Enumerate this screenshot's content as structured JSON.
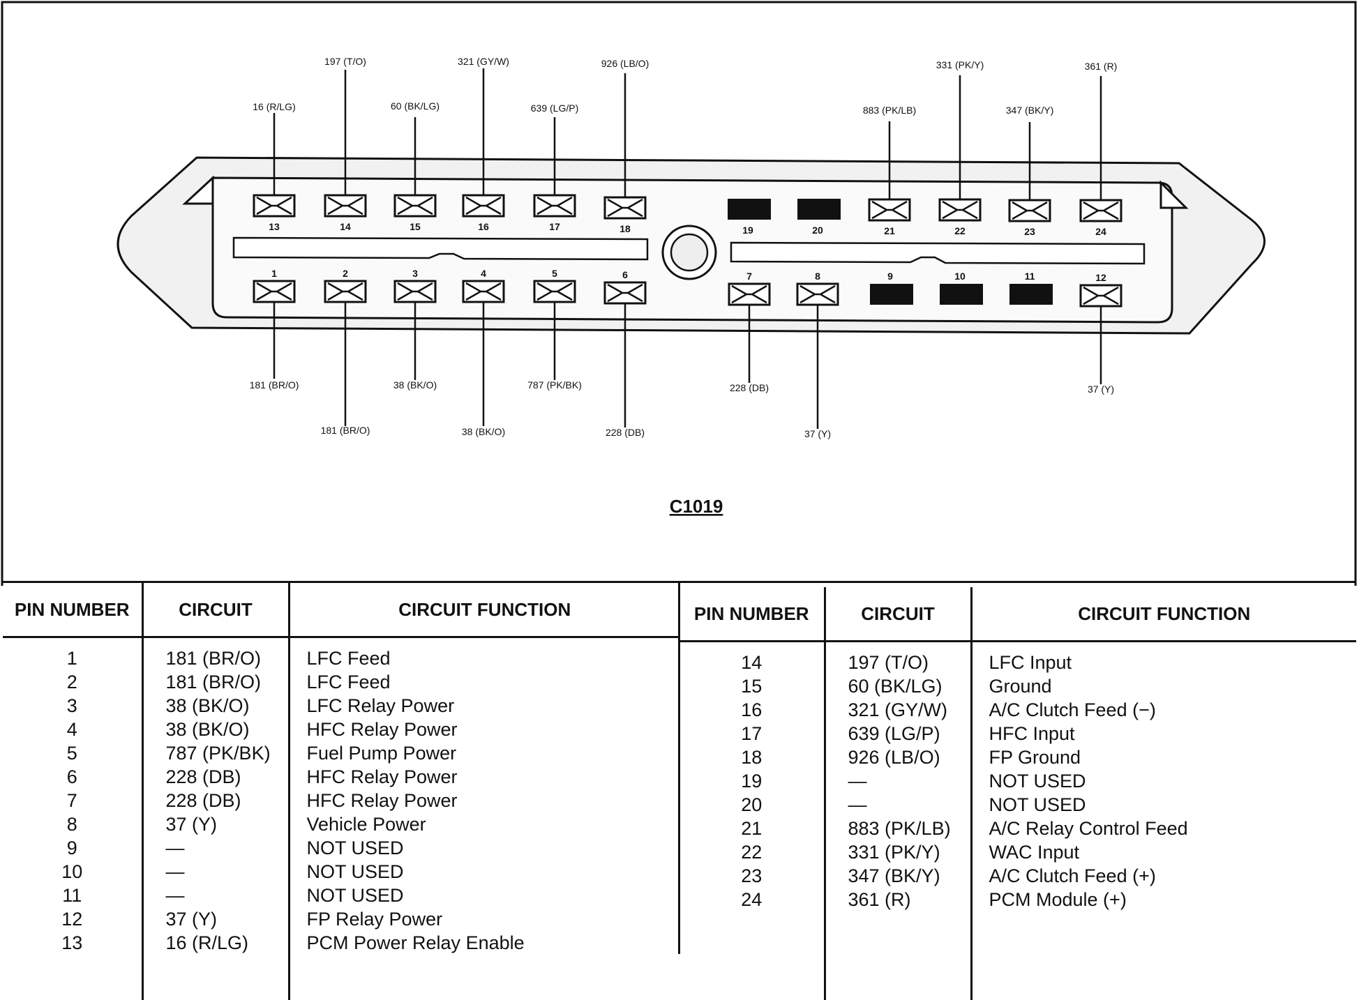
{
  "connector_name": "C1019",
  "pins": [
    {
      "pin": "1",
      "circuit": "181 (BR/O)",
      "function": "LFC Feed",
      "label": "181 (BR/O)"
    },
    {
      "pin": "2",
      "circuit": "181 (BR/O)",
      "function": "LFC Feed",
      "label": "181 (BR/O)"
    },
    {
      "pin": "3",
      "circuit": "38 (BK/O)",
      "function": "LFC Relay Power",
      "label": "38 (BK/O)"
    },
    {
      "pin": "4",
      "circuit": "38 (BK/O)",
      "function": "HFC Relay Power",
      "label": "38 (BK/O)"
    },
    {
      "pin": "5",
      "circuit": "787 (PK/BK)",
      "function": "Fuel Pump Power",
      "label": "787 (PK/BK)"
    },
    {
      "pin": "6",
      "circuit": "228 (DB)",
      "function": "HFC Relay Power",
      "label": "228 (DB)"
    },
    {
      "pin": "7",
      "circuit": "228 (DB)",
      "function": "HFC Relay Power",
      "label": "228 (DB)"
    },
    {
      "pin": "8",
      "circuit": "37 (Y)",
      "function": "Vehicle Power",
      "label": "37 (Y)"
    },
    {
      "pin": "9",
      "circuit": "—",
      "function": "NOT USED",
      "label": ""
    },
    {
      "pin": "10",
      "circuit": "—",
      "function": "NOT USED",
      "label": ""
    },
    {
      "pin": "11",
      "circuit": "—",
      "function": "NOT USED",
      "label": ""
    },
    {
      "pin": "12",
      "circuit": "37 (Y)",
      "function": "FP Relay Power",
      "label": "37 (Y)"
    },
    {
      "pin": "13",
      "circuit": "16 (R/LG)",
      "function": "PCM Power Relay Enable",
      "label": "16 (R/LG)"
    },
    {
      "pin": "14",
      "circuit": "197 (T/O)",
      "function": "LFC Input",
      "label": "197 (T/O)"
    },
    {
      "pin": "15",
      "circuit": "60 (BK/LG)",
      "function": "Ground",
      "label": "60 (BK/LG)"
    },
    {
      "pin": "16",
      "circuit": "321 (GY/W)",
      "function": "A/C Clutch Feed (−)",
      "label": "321 (GY/W)"
    },
    {
      "pin": "17",
      "circuit": "639 (LG/P)",
      "function": "HFC Input",
      "label": "639 (LG/P)"
    },
    {
      "pin": "18",
      "circuit": "926 (LB/O)",
      "function": "FP Ground",
      "label": "926 (LB/O)"
    },
    {
      "pin": "19",
      "circuit": "—",
      "function": "NOT USED",
      "label": ""
    },
    {
      "pin": "20",
      "circuit": "—",
      "function": "NOT USED",
      "label": ""
    },
    {
      "pin": "21",
      "circuit": "883 (PK/LB)",
      "function": "A/C Relay Control Feed",
      "label": "883 (PK/LB)"
    },
    {
      "pin": "22",
      "circuit": "331 (PK/Y)",
      "function": "WAC Input",
      "label": "331 (PK/Y)"
    },
    {
      "pin": "23",
      "circuit": "347 (BK/Y)",
      "function": "A/C Clutch Feed (+)",
      "label": "347 (BK/Y)"
    },
    {
      "pin": "24",
      "circuit": "361 (R)",
      "function": "PCM Module (+)",
      "label": "361 (R)"
    }
  ],
  "table_headers": {
    "pin_number": "PIN NUMBER",
    "circuit": "CIRCUIT",
    "circuit_function": "CIRCUIT FUNCTION"
  },
  "colors": {
    "line": "#111111",
    "housing_fill": "#f1f1f1",
    "blocked_cavity": "#111111"
  }
}
